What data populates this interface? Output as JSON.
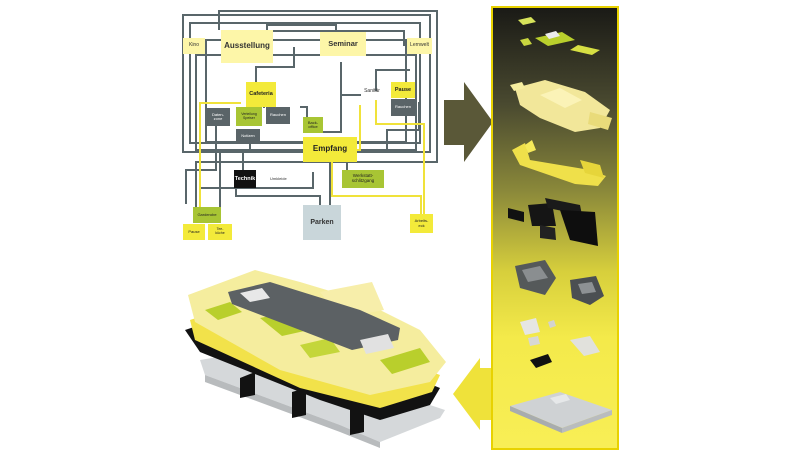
{
  "nodes": {
    "kino": "Kino",
    "ausstellung": "Ausstellung",
    "seminar": "Seminar",
    "lernwelt": "Lernwelt",
    "cafeteria": "Cafeteria",
    "sanitaer": "Sanitär",
    "pause_top": "Pause",
    "rauchen_right": "Rauchen",
    "datenzone": "Daten-\nzone",
    "verteilung": "Verteilung\nSpeiser",
    "rauchen_mid": "Rauchen",
    "notizen": "Notizen",
    "backoffice": "Back-\noffice",
    "empfang": "Empfang",
    "technik": "Technik",
    "umkleide": "Umkleide",
    "werkstaette": "Werkstatt-\nschlitzgang",
    "garderobe": "Garderobe",
    "pause_bottom": "Pause",
    "teekueche": "Tee-\nküche",
    "parken": "Parken",
    "arbeitsecke": "Arbeits-\neck"
  },
  "colors": {
    "pale_yellow": "#fdf6a8",
    "bright_yellow": "#f3ea3a",
    "lime_green": "#a8c534",
    "dark_gray": "#5a6468",
    "black": "#111111",
    "light_blue_gray": "#c9d6da",
    "line_gray": "#59666a",
    "line_yellow": "#f0e23a",
    "arrow_olive": "#5a5838",
    "arrow_yellow": "#efe23a",
    "panel_border": "#e8d200"
  }
}
